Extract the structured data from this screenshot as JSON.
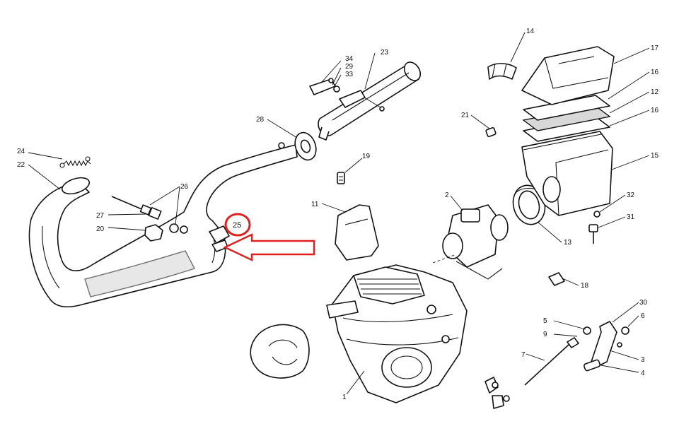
{
  "labels": {
    "l1": "1",
    "l2": "2",
    "l3": "3",
    "l4": "4",
    "l5": "5",
    "l6": "6",
    "l7": "7",
    "l9": "9",
    "l11": "11",
    "l12": "12",
    "l13": "13",
    "l14": "14",
    "l15": "15",
    "l16a": "16",
    "l16b": "16",
    "l17": "17",
    "l18": "18",
    "l19": "19",
    "l20": "20",
    "l21": "21",
    "l22": "22",
    "l23": "23",
    "l24": "24",
    "l25": "25",
    "l26": "26",
    "l27": "27",
    "l28": "28",
    "l29": "29",
    "l30": "30",
    "l31": "31",
    "l32": "32",
    "l33": "33",
    "l34": "34"
  },
  "highlight": {
    "part": "25",
    "color": "#e02020"
  },
  "colors": {
    "line": "#111111",
    "background": "#ffffff"
  }
}
